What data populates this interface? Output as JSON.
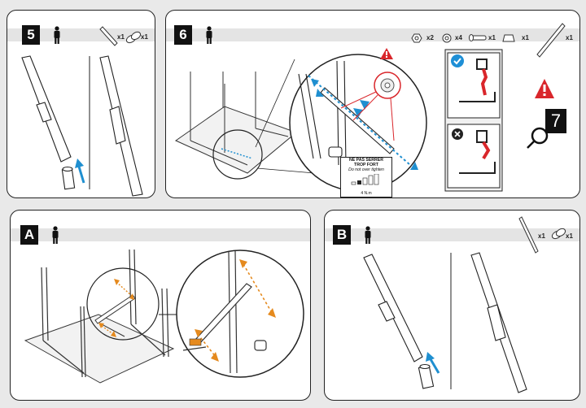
{
  "panels": {
    "step5": {
      "number": "5",
      "part_a_qty": "x1",
      "part_b_qty": "x1"
    },
    "step6": {
      "number": "6",
      "qty_nut": "x2",
      "qty_washer": "x4",
      "qty_bolt": "x1",
      "qty_cap": "x1",
      "qty_bar": "x1",
      "warning_line1": "NE PAS SERRER",
      "warning_line2": "TROP FORT",
      "warning_line3": "Do not over tighten",
      "torque": "4 N.m"
    },
    "stepA": {
      "number": "A"
    },
    "stepB": {
      "number": "B",
      "part_a_qty": "x1",
      "part_b_qty": "x1"
    }
  },
  "next_step": "7",
  "colors": {
    "arrow_blue": "#1f8fd0",
    "arrow_orange": "#e58a1e",
    "warning_red": "#d9262b",
    "ok_blue": "#1e8fd6"
  }
}
